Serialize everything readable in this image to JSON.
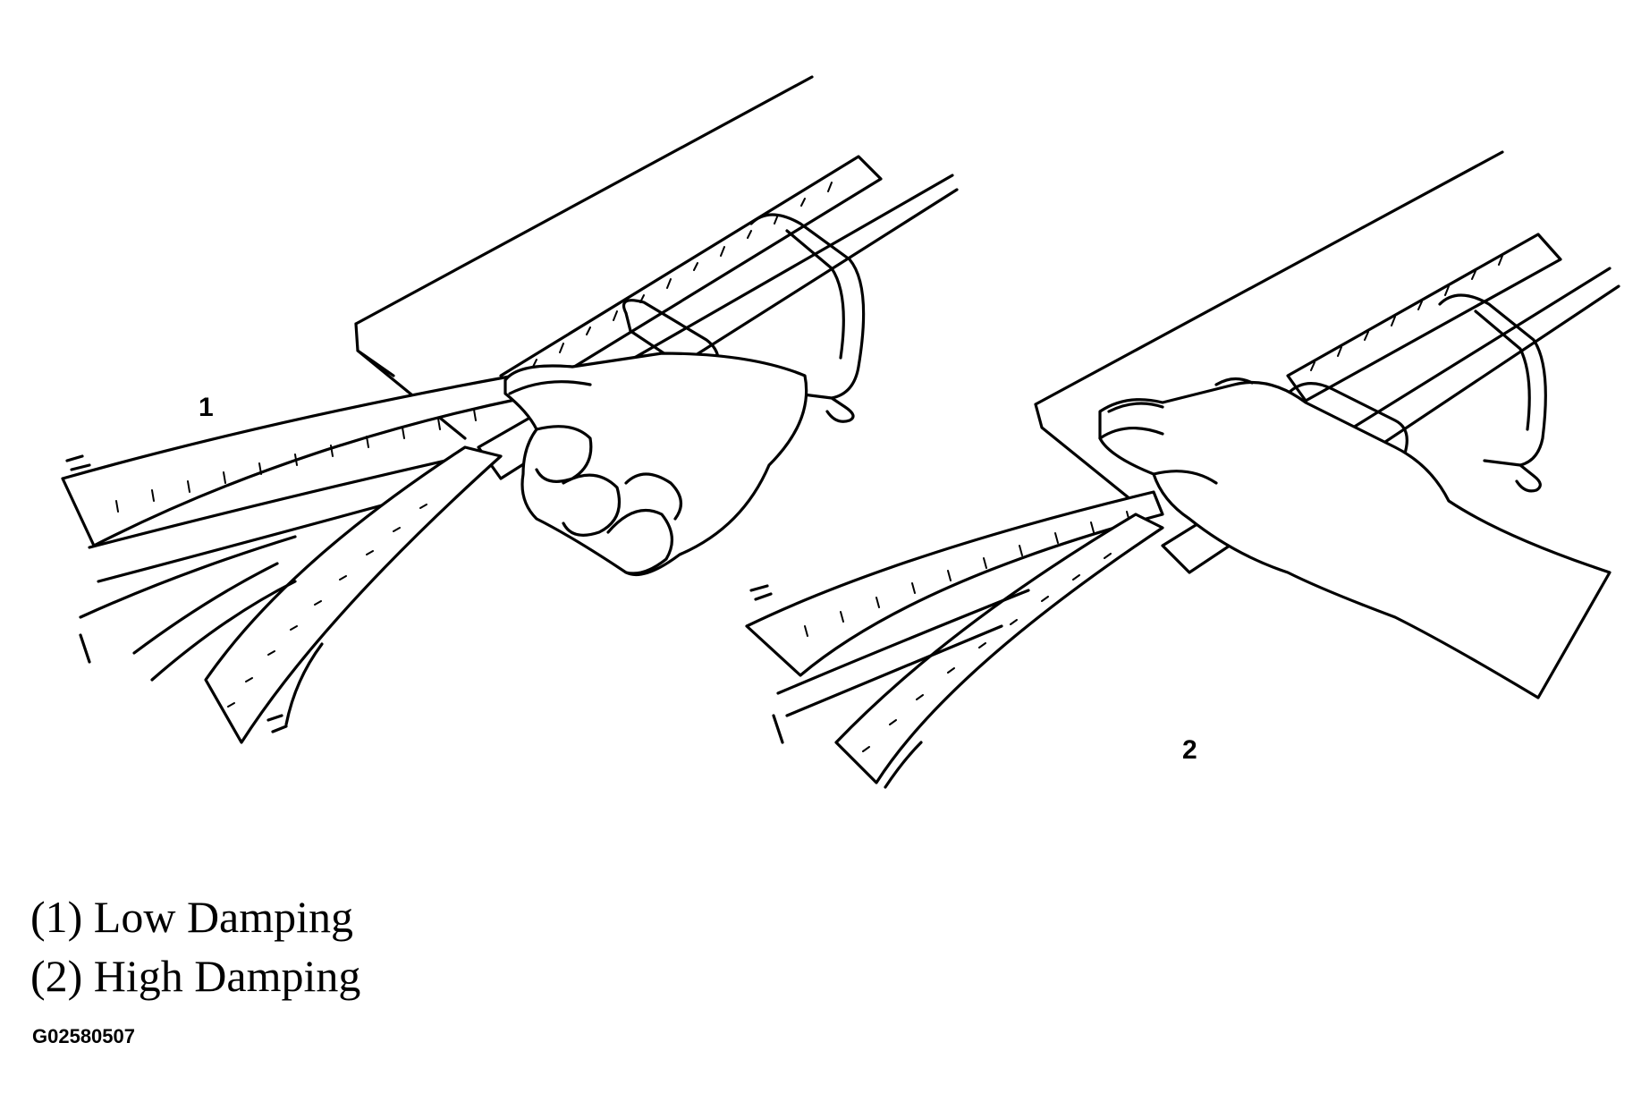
{
  "diagram": {
    "callouts": [
      {
        "id": "1",
        "label": "1"
      },
      {
        "id": "2",
        "label": "2"
      }
    ],
    "legend": [
      "(1) Low Damping",
      "(2) High Damping"
    ],
    "figure_code": "G02580507"
  }
}
